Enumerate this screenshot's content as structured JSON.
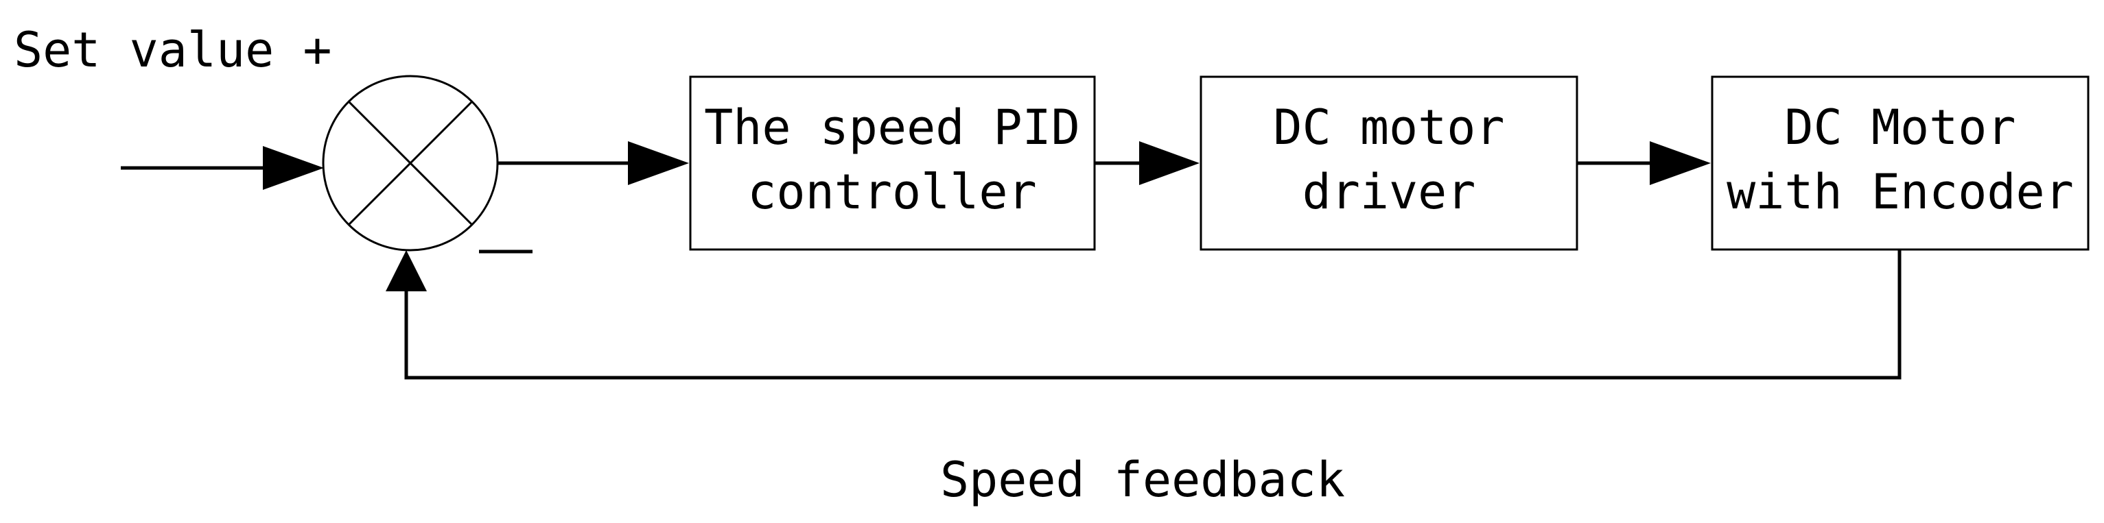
{
  "diagram": {
    "input_label": "Set value +",
    "minus_sign": "_",
    "blocks": {
      "pid": {
        "line1": "The speed PID",
        "line2": "controller"
      },
      "driver": {
        "line1": "DC motor",
        "line2": "driver"
      },
      "motor": {
        "line1": "DC Motor",
        "line2": "with Encoder"
      }
    },
    "feedback_label": "Speed feedback"
  }
}
